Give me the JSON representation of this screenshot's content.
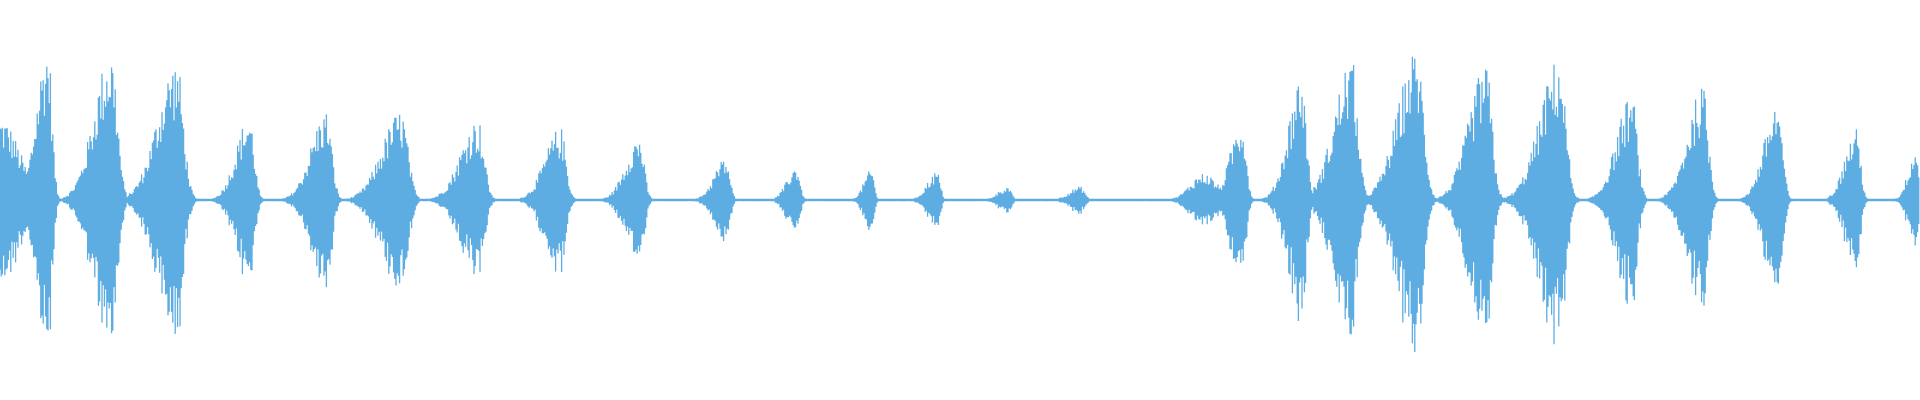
{
  "waveform": {
    "color": "#5DADE2",
    "background": "#ffffff",
    "peak_scale": 1,
    "bursts": [
      {
        "t": 0.0,
        "amp": 0.5,
        "spread": 0.01,
        "shape": "noise"
      },
      {
        "t": 0.025,
        "amp": 0.93,
        "spread": 0.006,
        "shape": "spike"
      },
      {
        "t": 0.058,
        "amp": 0.89,
        "spread": 0.009,
        "shape": "spike"
      },
      {
        "t": 0.092,
        "amp": 0.83,
        "spread": 0.01,
        "shape": "spike"
      },
      {
        "t": 0.13,
        "amp": 0.5,
        "spread": 0.007,
        "shape": "spike"
      },
      {
        "t": 0.17,
        "amp": 0.53,
        "spread": 0.008,
        "shape": "spike"
      },
      {
        "t": 0.209,
        "amp": 0.53,
        "spread": 0.01,
        "shape": "spike"
      },
      {
        "t": 0.249,
        "amp": 0.48,
        "spread": 0.009,
        "shape": "spike"
      },
      {
        "t": 0.292,
        "amp": 0.43,
        "spread": 0.008,
        "shape": "spike"
      },
      {
        "t": 0.333,
        "amp": 0.38,
        "spread": 0.007,
        "shape": "spike"
      },
      {
        "t": 0.378,
        "amp": 0.25,
        "spread": 0.006,
        "shape": "spike"
      },
      {
        "t": 0.415,
        "amp": 0.2,
        "spread": 0.005,
        "shape": "spike"
      },
      {
        "t": 0.454,
        "amp": 0.18,
        "spread": 0.004,
        "shape": "spike"
      },
      {
        "t": 0.488,
        "amp": 0.17,
        "spread": 0.005,
        "shape": "spike"
      },
      {
        "t": 0.525,
        "amp": 0.08,
        "spread": 0.005,
        "shape": "spike"
      },
      {
        "t": 0.563,
        "amp": 0.08,
        "spread": 0.006,
        "shape": "spike"
      },
      {
        "t": 0.627,
        "amp": 0.16,
        "spread": 0.007,
        "shape": "noise"
      },
      {
        "t": 0.647,
        "amp": 0.49,
        "spread": 0.006,
        "shape": "spike"
      },
      {
        "t": 0.678,
        "amp": 0.74,
        "spread": 0.007,
        "shape": "spike"
      },
      {
        "t": 0.704,
        "amp": 0.84,
        "spread": 0.009,
        "shape": "spike"
      },
      {
        "t": 0.738,
        "amp": 0.89,
        "spread": 0.01,
        "shape": "spike"
      },
      {
        "t": 0.774,
        "amp": 0.8,
        "spread": 0.009,
        "shape": "spike"
      },
      {
        "t": 0.812,
        "amp": 0.84,
        "spread": 0.01,
        "shape": "spike"
      },
      {
        "t": 0.85,
        "amp": 0.62,
        "spread": 0.008,
        "shape": "spike"
      },
      {
        "t": 0.887,
        "amp": 0.67,
        "spread": 0.008,
        "shape": "spike"
      },
      {
        "t": 0.926,
        "amp": 0.58,
        "spread": 0.007,
        "shape": "spike"
      },
      {
        "t": 0.967,
        "amp": 0.42,
        "spread": 0.006,
        "shape": "spike"
      },
      {
        "t": 0.998,
        "amp": 0.31,
        "spread": 0.004,
        "shape": "spike"
      }
    ]
  }
}
